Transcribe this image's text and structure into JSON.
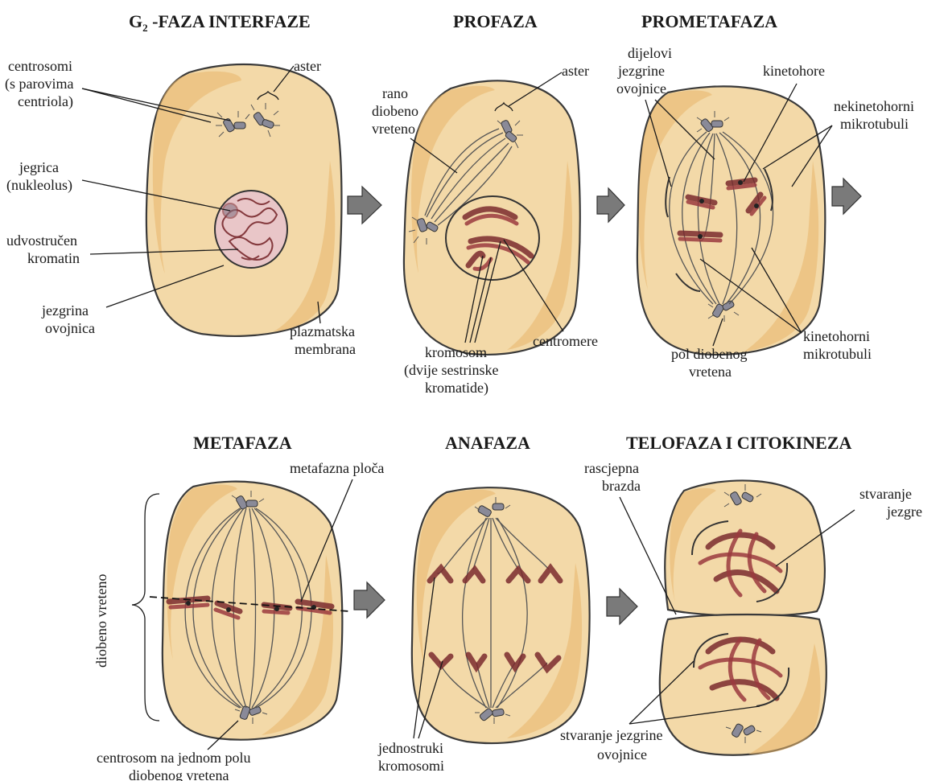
{
  "titles": {
    "g2_prefix": "G",
    "g2_sub": "2",
    "g2_rest": " -FAZA INTERFAZE",
    "profaza": "PROFAZA",
    "prometafaza": "PROMETAFAZA",
    "metafaza": "METAFAZA",
    "anafaza": "ANAFAZA",
    "telofaza": "TELOFAZA I CITOKINEZA"
  },
  "labels": {
    "centrosomi_1": "centrosomi",
    "centrosomi_2": "(s parovima",
    "centrosomi_3": "centriola)",
    "aster_g2": "aster",
    "jegrica_1": "jegrica",
    "jegrica_2": "(nukleolus)",
    "udvostrucen_1": "udvostručen",
    "udvostrucen_2": "kromatin",
    "jezgrina_1": "jezgrina",
    "jezgrina_2": "ovojnica",
    "plazmatska_1": "plazmatska",
    "plazmatska_2": "membrana",
    "aster_pro": "aster",
    "rano_1": "rano",
    "rano_2": "diobeno",
    "rano_3": "vreteno",
    "kromosom_1": "kromosom",
    "kromosom_2": "(dvije sestrinske",
    "kromosom_3": "kromatide)",
    "centromere": "centromere",
    "dijelovi_1": "dijelovi",
    "dijelovi_2": "jezgrine",
    "dijelovi_3": "ovojnice",
    "kinetohore": "kinetohore",
    "nekineto_1": "nekinetohorni",
    "nekineto_2": "mikrotubuli",
    "kineto_1": "kinetohorni",
    "kineto_2": "mikrotubuli",
    "pol_1": "pol diobenog",
    "pol_2": "vretena",
    "metafazna": "metafazna ploča",
    "diobeno_vreteno": "diobeno vreteno",
    "centrosom_pol_1": "centrosom na jednom polu",
    "centrosom_pol_2": "diobenog vretena",
    "jednostruki_1": "jednostruki",
    "jednostruki_2": "kromosomi",
    "rascjepna_1": "rascjepna",
    "rascjepna_2": "brazda",
    "stvaranje_jezgre_1": "stvaranje",
    "stvaranje_jezgre_2": "jezgre",
    "stvaranje_ovoj_1": "stvaranje jezgrine",
    "stvaranje_ovoj_2": "ovojnice"
  }
}
